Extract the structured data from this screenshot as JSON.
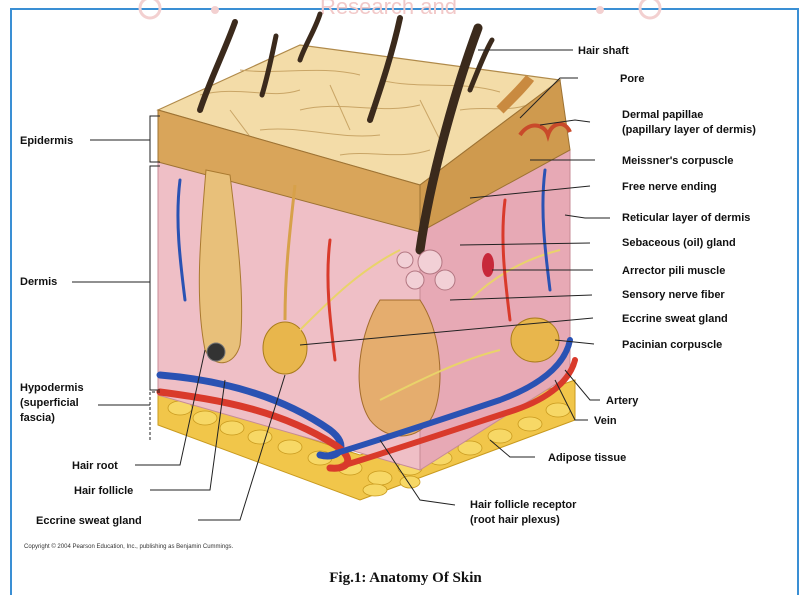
{
  "watermark_text": "Research and",
  "labels_left": {
    "epidermis": "Epidermis",
    "dermis": "Dermis",
    "hypodermis_1": "Hypodermis",
    "hypodermis_2": "(superficial",
    "hypodermis_3": "fascia)",
    "hair_root": "Hair root",
    "hair_follicle": "Hair follicle",
    "eccrine_sweat_gland_bottom": "Eccrine sweat gland"
  },
  "labels_right": {
    "hair_shaft": "Hair shaft",
    "pore": "Pore",
    "dermal_papillae_1": "Dermal papillae",
    "dermal_papillae_2": "(papillary layer of dermis)",
    "meissners_corpuscle": "Meissner's corpuscle",
    "free_nerve_ending": "Free nerve ending",
    "reticular_layer": "Reticular layer of dermis",
    "sebaceous_gland": "Sebaceous (oil) gland",
    "arrector_pili": "Arrector pili muscle",
    "sensory_nerve": "Sensory nerve fiber",
    "eccrine_sweat_gland": "Eccrine sweat gland",
    "pacinian_corpuscle": "Pacinian corpuscle",
    "artery": "Artery",
    "vein": "Vein",
    "adipose_tissue": "Adipose tissue",
    "hair_follicle_receptor_1": "Hair follicle receptor",
    "hair_follicle_receptor_2": "(root hair plexus)"
  },
  "copyright": "Copyright © 2004 Pearson Education, Inc., publishing as Benjamin Cummings.",
  "caption": "Fig.1: Anatomy Of Skin"
}
